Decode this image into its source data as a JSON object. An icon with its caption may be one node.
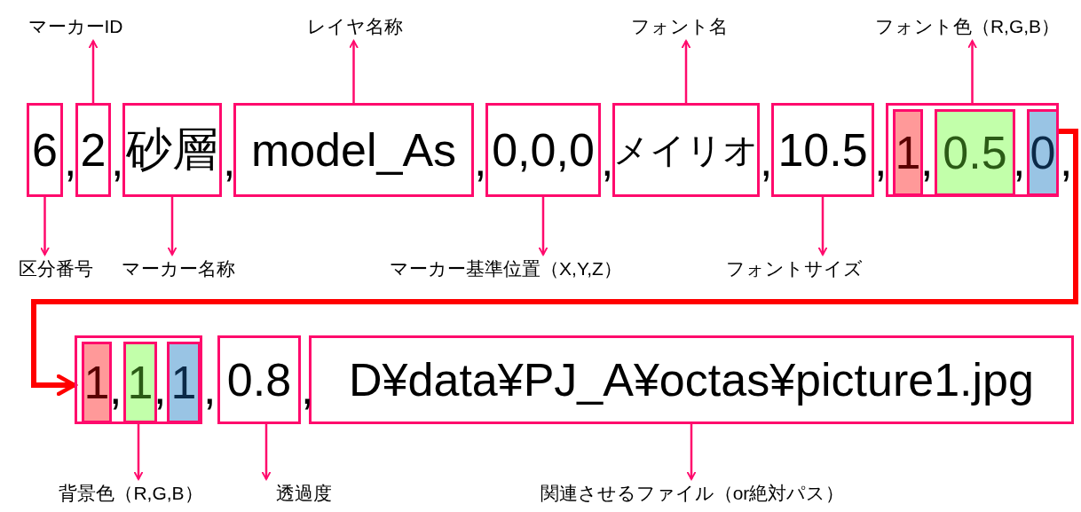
{
  "diagram": {
    "nodes": [
      {
        "text": [
          "マーカーID"
        ]
      },
      {
        "text": [
          "レイヤ名称"
        ]
      },
      {
        "text": [
          "フォント名"
        ]
      },
      {
        "text": [
          "フォント色（R,G,B）"
        ]
      },
      {
        "text": [
          "6"
        ]
      },
      {
        "text": [
          "2"
        ]
      },
      {
        "text": [
          "砂層"
        ]
      },
      {
        "text": [
          "model_As"
        ]
      },
      {
        "text": [
          "0,0,0"
        ]
      },
      {
        "text": [
          "メイリオ"
        ]
      },
      {
        "text": [
          "10.5"
        ]
      },
      {
        "text": [],
        "shape": "box"
      },
      {
        "text": [
          "1"
        ],
        "in": 11
      },
      {
        "text": [
          "0.5"
        ],
        "in": 11
      },
      {
        "text": [
          "0"
        ],
        "in": 11
      },
      {
        "text": [
          "区分番号"
        ]
      },
      {
        "text": [
          "マーカー名称"
        ]
      },
      {
        "text": [
          "マーカー基準位置（X,Y,Z）"
        ]
      },
      {
        "text": [
          "フォントサイズ"
        ]
      },
      {
        "text": [],
        "shape": "box"
      },
      {
        "text": [
          "1"
        ],
        "in": 19
      },
      {
        "text": [
          "1"
        ],
        "in": 19
      },
      {
        "text": [
          "1"
        ],
        "in": 19
      },
      {
        "text": [
          "0.8"
        ]
      },
      {
        "text": [
          "D¥data¥PJ_A¥octas¥picture1.jpg"
        ]
      },
      {
        "text": [
          "背景色（R,G,B）"
        ]
      },
      {
        "text": [
          "透過度"
        ]
      },
      {
        "text": [
          "関連させるファイル（or絶対パス）"
        ]
      }
    ],
    "edges": [
      {
        "from": 5,
        "to": 0,
        "arrow": "to"
      },
      {
        "from": 7,
        "to": 1,
        "arrow": "to"
      },
      {
        "from": 9,
        "to": 2,
        "arrow": "to"
      },
      {
        "from": 11,
        "to": 3,
        "arrow": "to"
      },
      {
        "from": 4,
        "to": 15,
        "arrow": "to"
      },
      {
        "from": 6,
        "to": 16,
        "arrow": "to"
      },
      {
        "from": 8,
        "to": 17,
        "arrow": "to"
      },
      {
        "from": 10,
        "to": 18,
        "arrow": "to"
      },
      {
        "from": 11,
        "to": 19,
        "arrow": "to",
        "style": "thick",
        "color": "#ff0000"
      },
      {
        "from": 19,
        "to": 25,
        "arrow": "to"
      },
      {
        "from": 23,
        "to": 26,
        "arrow": "to"
      },
      {
        "from": 24,
        "to": 27,
        "arrow": "to"
      }
    ],
    "labels": [
      ",",
      ",",
      ",",
      ",",
      ",",
      ",",
      ",",
      ",",
      ",",
      ",",
      ",",
      ",",
      ",",
      ","
    ]
  }
}
